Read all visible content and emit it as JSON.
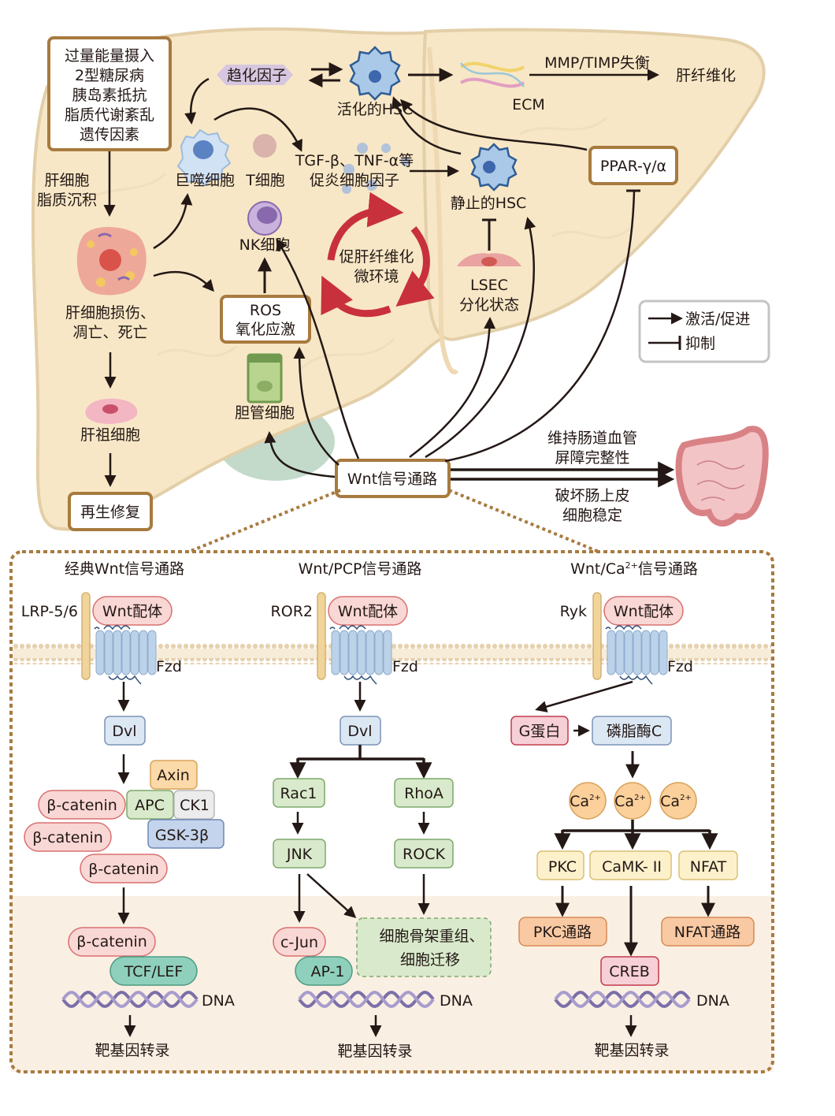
{
  "colors": {
    "liver_fill": "#f7e7c6",
    "liver_stroke": "#e3cfa8",
    "box_border": "#a87a3f",
    "arrow": "#231815",
    "red_cycle": "#c8303c",
    "panel_dotted": "#a87a3f",
    "nucleus_band": "#faefe3",
    "membrane": "#e6d2b0",
    "pink_fill": "#f8d7d5",
    "pink_stroke": "#d9706f",
    "blue_fill": "#dce7f4",
    "blue_stroke": "#7b93b7",
    "green_fill": "#d8eacb",
    "green_stroke": "#7fa86d",
    "orange_fill": "#fbd9a8",
    "orange_stroke": "#d9a25a",
    "grey_fill": "#ececec",
    "grey_stroke": "#b8b8b8",
    "gsk_fill": "#c4d4ec",
    "gsk_stroke": "#6f88b3",
    "teal_fill": "#8fd0bd",
    "teal_stroke": "#4e9a82",
    "yellow_fill": "#fdf1cc",
    "yellow_stroke": "#d9c172",
    "salmon_fill": "#f9c9a3",
    "salmon_stroke": "#d68a55",
    "gprot_fill": "#f6d0d6",
    "gprot_stroke": "#c33a4d",
    "dna": "#7b6fa8"
  },
  "liver": {
    "risk_factors": [
      "过量能量摄入",
      "2型糖尿病",
      "胰岛素抵抗",
      "脂质代谢紊乱",
      "遗传因素"
    ],
    "lipid_deposition": [
      "肝细胞",
      "脂质沉积"
    ],
    "hepatocyte_injury": [
      "肝细胞损伤、",
      "凋亡、死亡"
    ],
    "progenitor": "肝祖细胞",
    "regeneration": "再生修复",
    "chemokine": "趋化因子",
    "macrophage": "巨噬细胞",
    "t_cell": "T细胞",
    "nk_cell": "NK细胞",
    "ros": [
      "ROS",
      "氧化应激"
    ],
    "cholangiocyte": "胆管细胞",
    "cytokines": [
      "TGF-β、TNF-α等",
      "促炎细胞因子"
    ],
    "activated_hsc": "活化的HSC",
    "quiescent_hsc": "静止的HSC",
    "ecm": "ECM",
    "mmp_timp": "MMP/TIMP失衡",
    "fibrosis": "肝纤维化",
    "ppar": "PPAR-γ/α",
    "microenv": [
      "促肝纤维化",
      "微环境"
    ],
    "lsec": [
      "LSEC",
      "分化状态"
    ],
    "wnt_pathway": "Wnt信号通路",
    "gut_maintain": [
      "维持肠道血管",
      "屏障完整性"
    ],
    "gut_disrupt": [
      "破坏肠上皮",
      "细胞稳定"
    ]
  },
  "legend": {
    "activate": "激活/促进",
    "inhibit": "抑制"
  },
  "panels": {
    "canonical": {
      "title": "经典Wnt信号通路",
      "coreceptor": "LRP-5/6",
      "ligand": "Wnt配体",
      "receptor": "Fzd",
      "dvl": "Dvl",
      "axin": "Axin",
      "apc": "APC",
      "ck1": "CK1",
      "gsk": "GSK-3β",
      "bcat": "β-catenin",
      "tcf": "TCF/LEF",
      "dna": "DNA",
      "transcription": "靶基因转录"
    },
    "pcp": {
      "title": "Wnt/PCP信号通路",
      "coreceptor": "ROR2",
      "ligand": "Wnt配体",
      "receptor": "Fzd",
      "dvl": "Dvl",
      "rac1": "Rac1",
      "rhoa": "RhoA",
      "jnk": "JNK",
      "rock": "ROCK",
      "cjun": "c-Jun",
      "ap1": "AP-1",
      "cytoskeleton": [
        "细胞骨架重组、",
        "细胞迁移"
      ],
      "dna": "DNA",
      "transcription": "靶基因转录"
    },
    "calcium": {
      "title_prefix": "Wnt/Ca",
      "title_sup": "2+",
      "title_suffix": "信号通路",
      "coreceptor": "Ryk",
      "ligand": "Wnt配体",
      "receptor": "Fzd",
      "gprotein": "G蛋白",
      "plc": "磷脂酶C",
      "ca": "Ca",
      "ca_sup": "2+",
      "pkc": "PKC",
      "camk": "CaMK- II",
      "nfat": "NFAT",
      "pkc_path": "PKC通路",
      "nfat_path": "NFAT通路",
      "creb": "CREB",
      "dna": "DNA",
      "transcription": "靶基因转录"
    }
  }
}
